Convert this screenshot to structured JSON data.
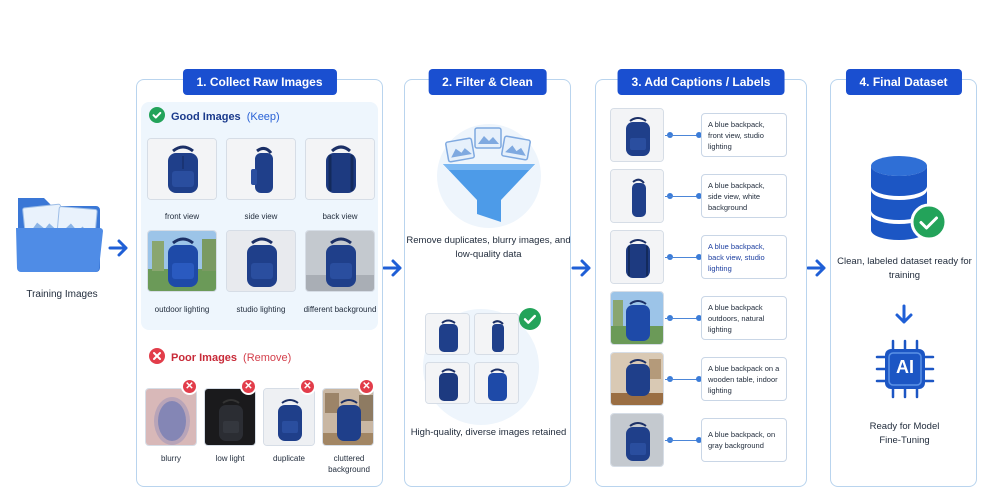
{
  "input": {
    "label": "Training Images"
  },
  "colors": {
    "accent": "#1a4fd0",
    "good": "#23a35a",
    "bad": "#e23d4a",
    "panel_border": "#b9d4ee",
    "backpack": "#1f3f8a"
  },
  "steps": [
    {
      "title": "1. Collect Raw Images"
    },
    {
      "title": "2. Filter & Clean"
    },
    {
      "title": "3. Add Captions / Labels"
    },
    {
      "title": "4. Final Dataset"
    }
  ],
  "collect": {
    "good_heading": "Good Images",
    "good_sub": "(Keep)",
    "good_images": [
      {
        "caption": "front view"
      },
      {
        "caption": "side view"
      },
      {
        "caption": "back view"
      },
      {
        "caption": "outdoor lighting"
      },
      {
        "caption": "studio lighting"
      },
      {
        "caption": "different background"
      }
    ],
    "poor_heading": "Poor Images",
    "poor_sub": "(Remove)",
    "poor_images": [
      {
        "caption": "blurry"
      },
      {
        "caption": "low light"
      },
      {
        "caption": "duplicate"
      },
      {
        "caption": "cluttered background"
      }
    ]
  },
  "filter": {
    "top_text": "Remove duplicates, blurry images, and low-quality data",
    "bottom_text": "High-quality, diverse images retained"
  },
  "captions": [
    {
      "text": "A blue backpack, front view, studio lighting"
    },
    {
      "text": "A blue backpack, side view, white background"
    },
    {
      "text": "A blue backpack, back view, studio lighting"
    },
    {
      "text": "A blue backpack outdoors, natural lighting"
    },
    {
      "text": "A blue backpack on a wooden table, indoor lighting"
    },
    {
      "text": "A blue backpack, on gray background"
    }
  ],
  "final": {
    "dataset_text": "Clean, labeled dataset ready for training",
    "ai_label": "AI",
    "model_text": "Ready for Model Fine-Tuning"
  }
}
